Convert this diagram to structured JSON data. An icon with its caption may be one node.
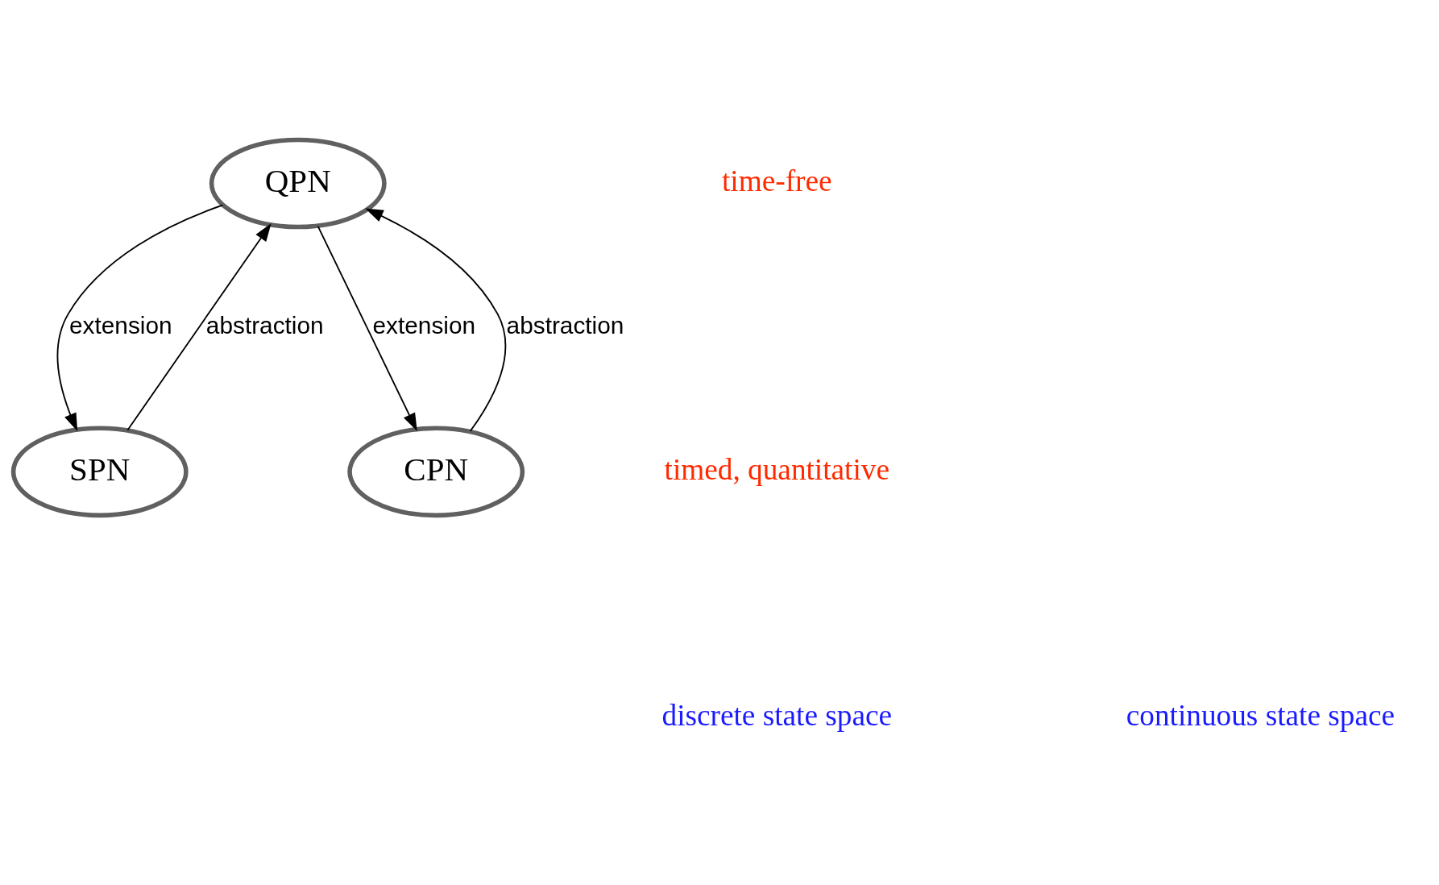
{
  "diagram": {
    "nodes": [
      {
        "text": [
          "QPN"
        ]
      },
      {
        "text": [
          "SPN"
        ]
      },
      {
        "text": [
          "CPN"
        ]
      }
    ],
    "edges": [
      {
        "from": 1,
        "to": 0,
        "arrow": "to",
        "label": "abstraction"
      },
      {
        "from": 0,
        "to": 1,
        "arrow": "to",
        "label": "extension"
      },
      {
        "from": 0,
        "to": 2,
        "arrow": "to",
        "label": "extension"
      },
      {
        "from": 2,
        "to": 0,
        "arrow": "to",
        "label": "abstraction"
      }
    ],
    "labels": [
      "time-free",
      "timed, quantitative",
      "discrete state space",
      "continuous state space"
    ]
  }
}
